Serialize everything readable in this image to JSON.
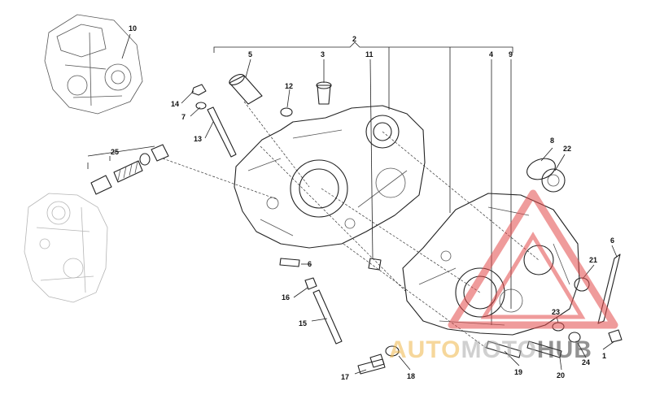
{
  "diagram": {
    "callouts": [
      "1",
      "2",
      "3",
      "4",
      "5",
      "6",
      "6",
      "7",
      "8",
      "9",
      "10",
      "11",
      "12",
      "13",
      "14",
      "15",
      "16",
      "17",
      "18",
      "19",
      "20",
      "21",
      "22",
      "23",
      "24",
      "25"
    ]
  },
  "watermark": {
    "part1": "AUTO",
    "part2": "MOTO",
    "part3": "HUB",
    "colors": {
      "orange": "#f0b84a",
      "grey": "#aaaaaa",
      "dark": "#3a3a3a",
      "red": "#e24a4a"
    }
  }
}
